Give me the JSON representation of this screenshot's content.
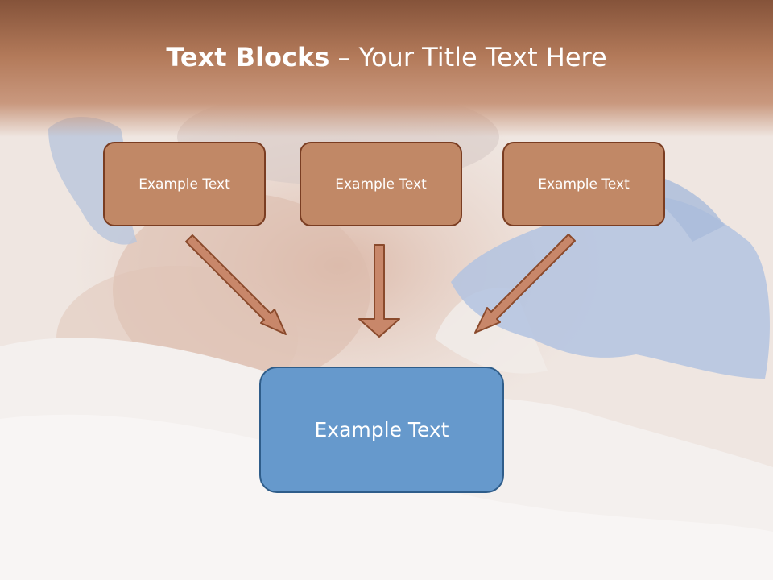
{
  "slide": {
    "title_bold": "Text Blocks",
    "title_dash": " – ",
    "title_rest": "Your Title Text Here"
  },
  "blocks": {
    "top": [
      "Example Text",
      "Example Text",
      "Example Text"
    ],
    "bottom": "Example Text"
  },
  "colors": {
    "header_band": "#9a5f3e",
    "box_fill": "#c18866",
    "box_border": "#7a3d22",
    "target_fill": "#6699cc",
    "target_border": "#2f5d8a",
    "arrow_fill": "#c8876a",
    "arrow_stroke": "#8a4a2c"
  }
}
